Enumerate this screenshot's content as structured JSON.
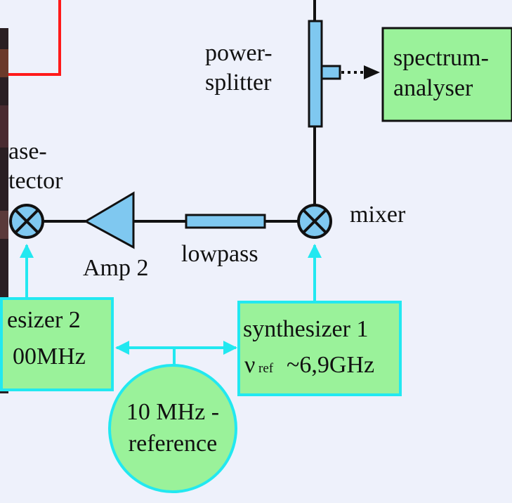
{
  "labels": {
    "power_splitter_line1": "power-",
    "power_splitter_line2": "splitter",
    "spectrum_line1": "spectrum-",
    "spectrum_line2": "analyser",
    "phase_detector_line1": "ase-",
    "phase_detector_line2": "tector",
    "mixer": "mixer",
    "amp2": "Amp 2",
    "lowpass": "lowpass",
    "synth2_line1": "esizer 2",
    "synth2_line2": "00MHz",
    "synth1_line1": "synthesizer 1",
    "synth1_nu": "ν",
    "synth1_ref": "ref",
    "synth1_freq": "~6,9GHz",
    "reference_line1": "10 MHz -",
    "reference_line2": "reference"
  },
  "colors": {
    "background": "#eef1fb",
    "box_fill": "#9af29a",
    "component_fill": "#7fc8f0",
    "signal_arrow": "#22e8f0",
    "red_line": "#ff1a1a",
    "wire": "#111111"
  }
}
